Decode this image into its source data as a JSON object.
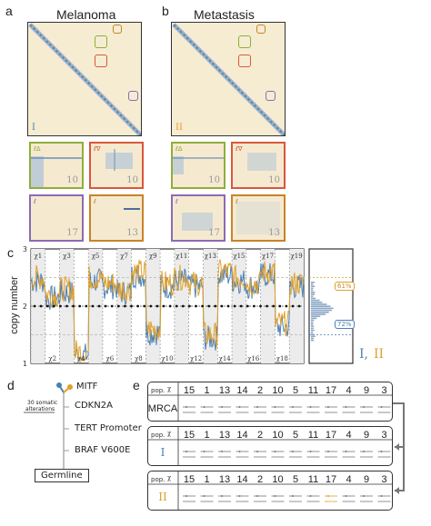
{
  "panels": {
    "a": {
      "letter": "a",
      "title": "Melanoma",
      "roman": "I"
    },
    "b": {
      "letter": "b",
      "title": "Metastasis",
      "roman": "II"
    },
    "c": {
      "letter": "c"
    },
    "d": {
      "letter": "d"
    },
    "e": {
      "letter": "e"
    }
  },
  "tiles": {
    "a": [
      {
        "num": "10",
        "color": "#8fae3a",
        "icon": "ℓ∆"
      },
      {
        "num": "10",
        "color": "#d9573c",
        "icon": "ℓ∇"
      },
      {
        "num": "17",
        "color": "#8b6bb3",
        "icon": "ℓ"
      },
      {
        "num": "13",
        "color": "#c9832a",
        "icon": "ℓ"
      }
    ],
    "b": [
      {
        "num": "10",
        "color": "#8fae3a",
        "icon": "ℓ∆"
      },
      {
        "num": "10",
        "color": "#d9573c",
        "icon": "ℓ∇"
      },
      {
        "num": "17",
        "color": "#8b6bb3",
        "icon": "ℓ"
      },
      {
        "num": "13",
        "color": "#c9832a",
        "icon": "ℓ"
      }
    ]
  },
  "chart_data": {
    "type": "line",
    "ylabel": "copy number",
    "ylim": [
      1,
      3
    ],
    "yticks": [
      "1",
      "2",
      "3"
    ],
    "chrom_labels_top": [
      "χ1",
      "χ3",
      "χ5",
      "χ7",
      "χ9",
      "χ11",
      "χ13",
      "χ15",
      "χ17",
      "χ19"
    ],
    "chrom_labels_bottom": [
      "χ2",
      "χ4",
      "χ6",
      "χ8",
      "χ10",
      "χ12",
      "χ14",
      "χ16",
      "χ18"
    ],
    "series": [
      {
        "name": "I",
        "color": "#4a7fb5"
      },
      {
        "name": "II",
        "color": "#e0a02a"
      }
    ],
    "side_percent_top": "61%",
    "side_percent_bottom": "72%",
    "legend_text_I": "I,",
    "legend_text_II": "II"
  },
  "tree": {
    "genes": [
      "MITF",
      "CDKN2A",
      "TERT Promoter",
      "BRAF V600E"
    ],
    "root": "Germline",
    "scale_label_1": "30 somatic",
    "scale_label_2": "alterations"
  },
  "table": {
    "header_label": "pop.",
    "header_chi": "χ",
    "columns": [
      "15",
      "1",
      "13",
      "14",
      "2",
      "10",
      "5",
      "11",
      "17",
      "4",
      "9",
      "3"
    ],
    "rows": [
      {
        "label": "MRCA",
        "color": "#222"
      },
      {
        "label": "I",
        "color": "#4a7fb5"
      },
      {
        "label": "II",
        "color": "#e0a02a"
      }
    ]
  }
}
